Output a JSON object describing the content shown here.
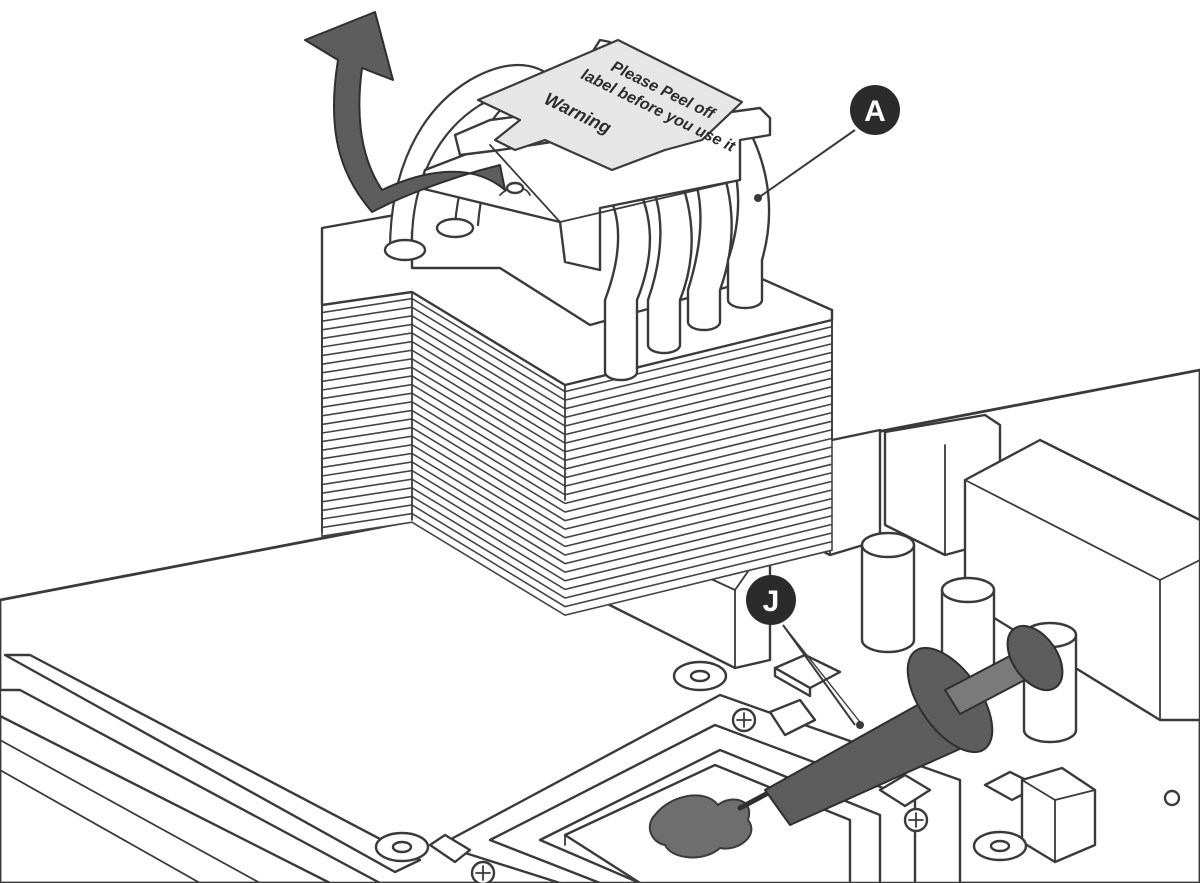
{
  "warning_label": {
    "line1": "Please Peel off",
    "line2": "label before you use it",
    "line3": "Warning"
  },
  "callouts": [
    {
      "letter": "A"
    },
    {
      "letter": "J"
    }
  ],
  "colors": {
    "line": "#3a3a3a",
    "paste": "#6e6e6e",
    "syringe": "#5d5d5d",
    "label_fill": "#e6e6e6",
    "callout_fill": "#2b2b2b"
  }
}
